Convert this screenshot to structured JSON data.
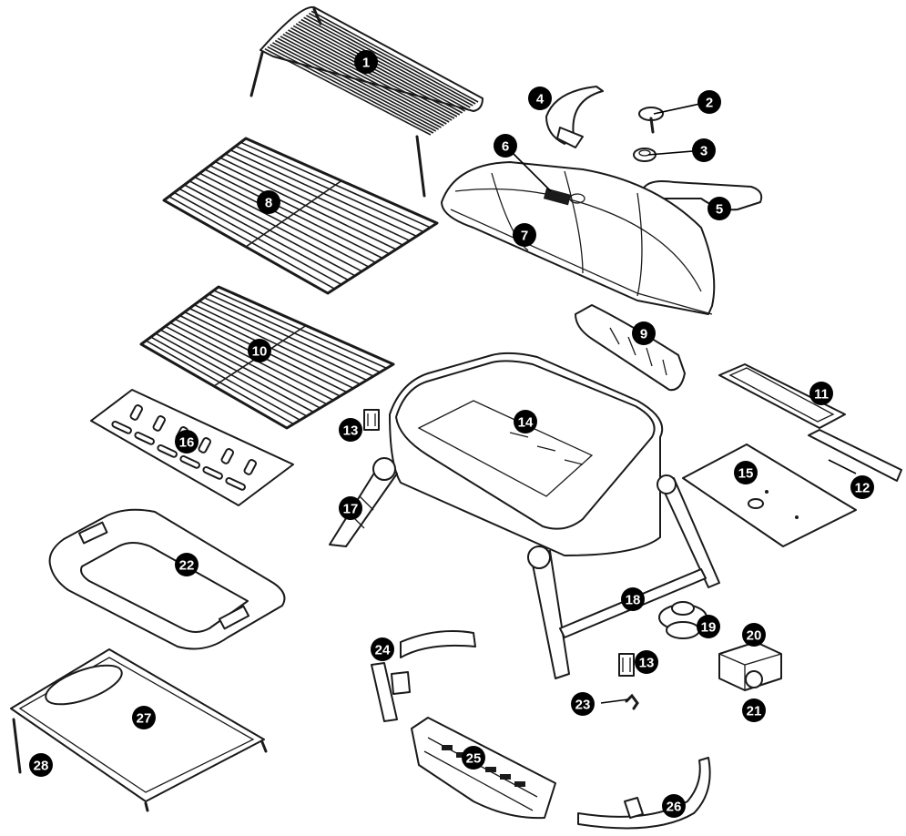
{
  "parts": [
    {
      "num": "1"
    },
    {
      "num": "2"
    },
    {
      "num": "3"
    },
    {
      "num": "4"
    },
    {
      "num": "5"
    },
    {
      "num": "6"
    },
    {
      "num": "7"
    },
    {
      "num": "8"
    },
    {
      "num": "9"
    },
    {
      "num": "10"
    },
    {
      "num": "11"
    },
    {
      "num": "12"
    },
    {
      "num": "13"
    },
    {
      "num": "14"
    },
    {
      "num": "15"
    },
    {
      "num": "16"
    },
    {
      "num": "17"
    },
    {
      "num": "18"
    },
    {
      "num": "19"
    },
    {
      "num": "20"
    },
    {
      "num": "21"
    },
    {
      "num": "22"
    },
    {
      "num": "23"
    },
    {
      "num": "24"
    },
    {
      "num": "25"
    },
    {
      "num": "26"
    },
    {
      "num": "27"
    },
    {
      "num": "28"
    }
  ],
  "callouts": [
    {
      "num": "13"
    }
  ],
  "colors": {
    "line": "#1a1a1a",
    "badge": "#000000",
    "background": "#ffffff"
  }
}
